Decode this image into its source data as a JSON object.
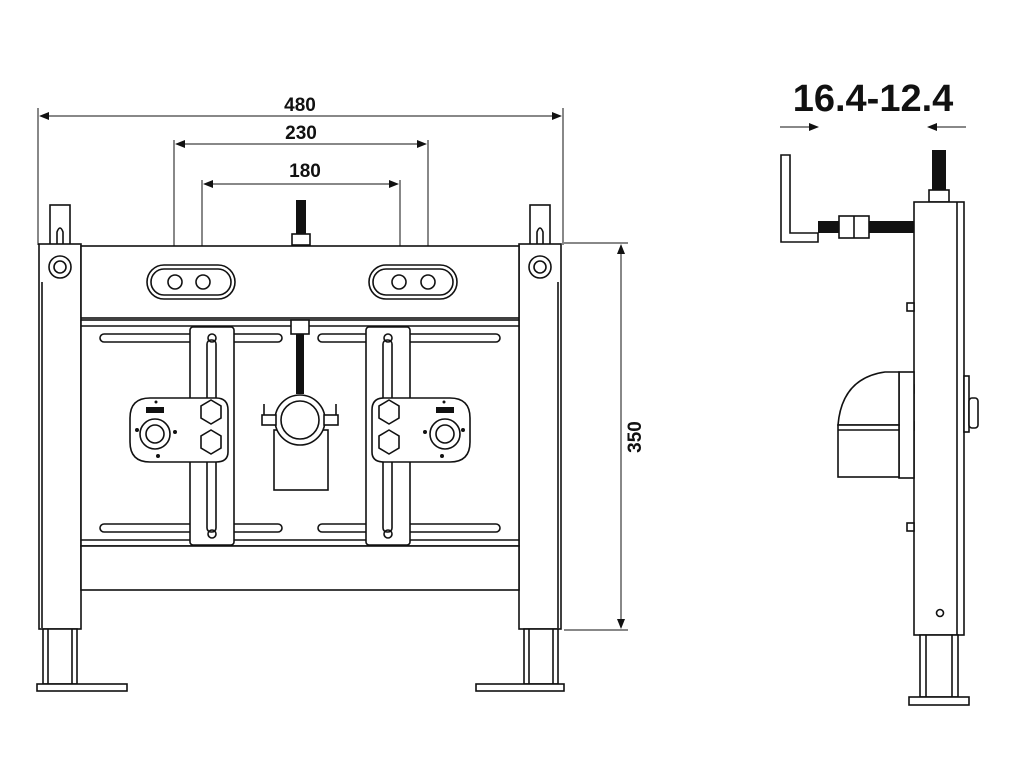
{
  "front_view": {
    "dimensions": {
      "overall_width": "480",
      "outer_holes": "230",
      "inner_holes": "180",
      "height": "350"
    }
  },
  "side_view": {
    "dimensions": {
      "depth_range": "16.4-12.4"
    }
  },
  "colors": {
    "line": "#111111",
    "background": "#ffffff"
  }
}
